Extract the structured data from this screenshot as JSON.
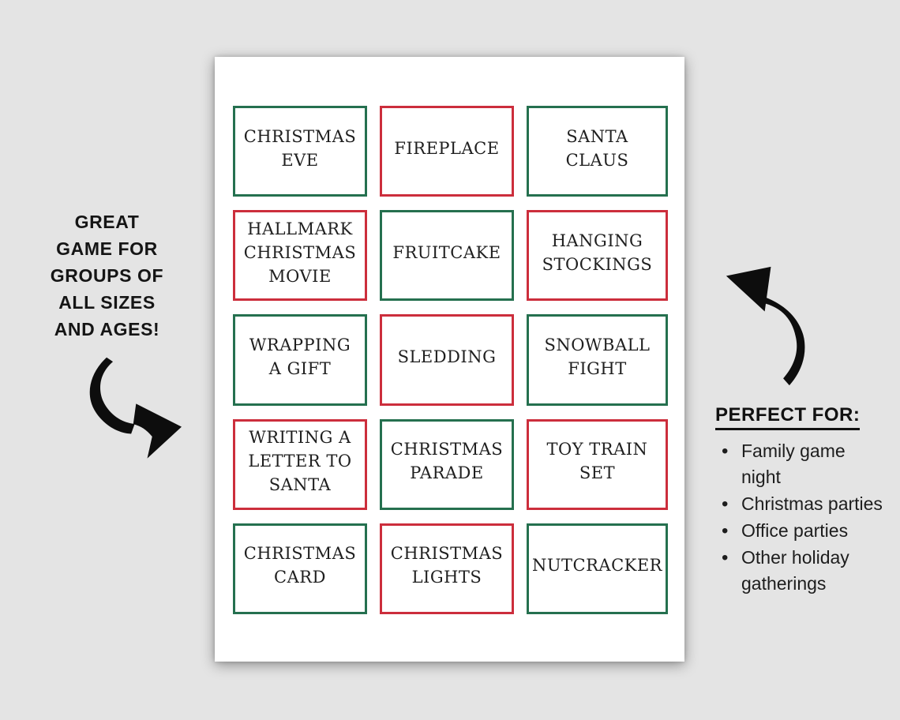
{
  "colors": {
    "background": "#e4e4e4",
    "paper": "#ffffff",
    "text": "#1c1c1c",
    "green": "#25704f",
    "red": "#cc2e3c"
  },
  "left_note": {
    "text": "GREAT\nGAME FOR\nGROUPS OF\nALL SIZES\nAND AGES!"
  },
  "icons": {
    "left_arrow": "curved-arrow-pointing-right-to-sheet",
    "right_arrow": "curved-arrow-pointing-up-left-to-sheet"
  },
  "perfect_for": {
    "heading": "PERFECT FOR:",
    "items": [
      "Family game night",
      "Christmas parties",
      "Office parties",
      "Other holiday gatherings"
    ]
  },
  "cards": [
    {
      "label": "CHRISTMAS\nEVE",
      "border": "green"
    },
    {
      "label": "FIREPLACE",
      "border": "red"
    },
    {
      "label": "SANTA\nCLAUS",
      "border": "green"
    },
    {
      "label": "HALLMARK\nCHRISTMAS\nMOVIE",
      "border": "red"
    },
    {
      "label": "FRUITCAKE",
      "border": "green"
    },
    {
      "label": "HANGING\nSTOCKINGS",
      "border": "red"
    },
    {
      "label": "WRAPPING\nA GIFT",
      "border": "green"
    },
    {
      "label": "SLEDDING",
      "border": "red"
    },
    {
      "label": "SNOWBALL\nFIGHT",
      "border": "green"
    },
    {
      "label": "WRITING A\nLETTER TO\nSANTA",
      "border": "red"
    },
    {
      "label": "CHRISTMAS\nPARADE",
      "border": "green"
    },
    {
      "label": "TOY TRAIN\nSET",
      "border": "red"
    },
    {
      "label": "CHRISTMAS\nCARD",
      "border": "green"
    },
    {
      "label": "CHRISTMAS\nLIGHTS",
      "border": "red"
    },
    {
      "label": "NUTCRACKER",
      "border": "green"
    }
  ]
}
